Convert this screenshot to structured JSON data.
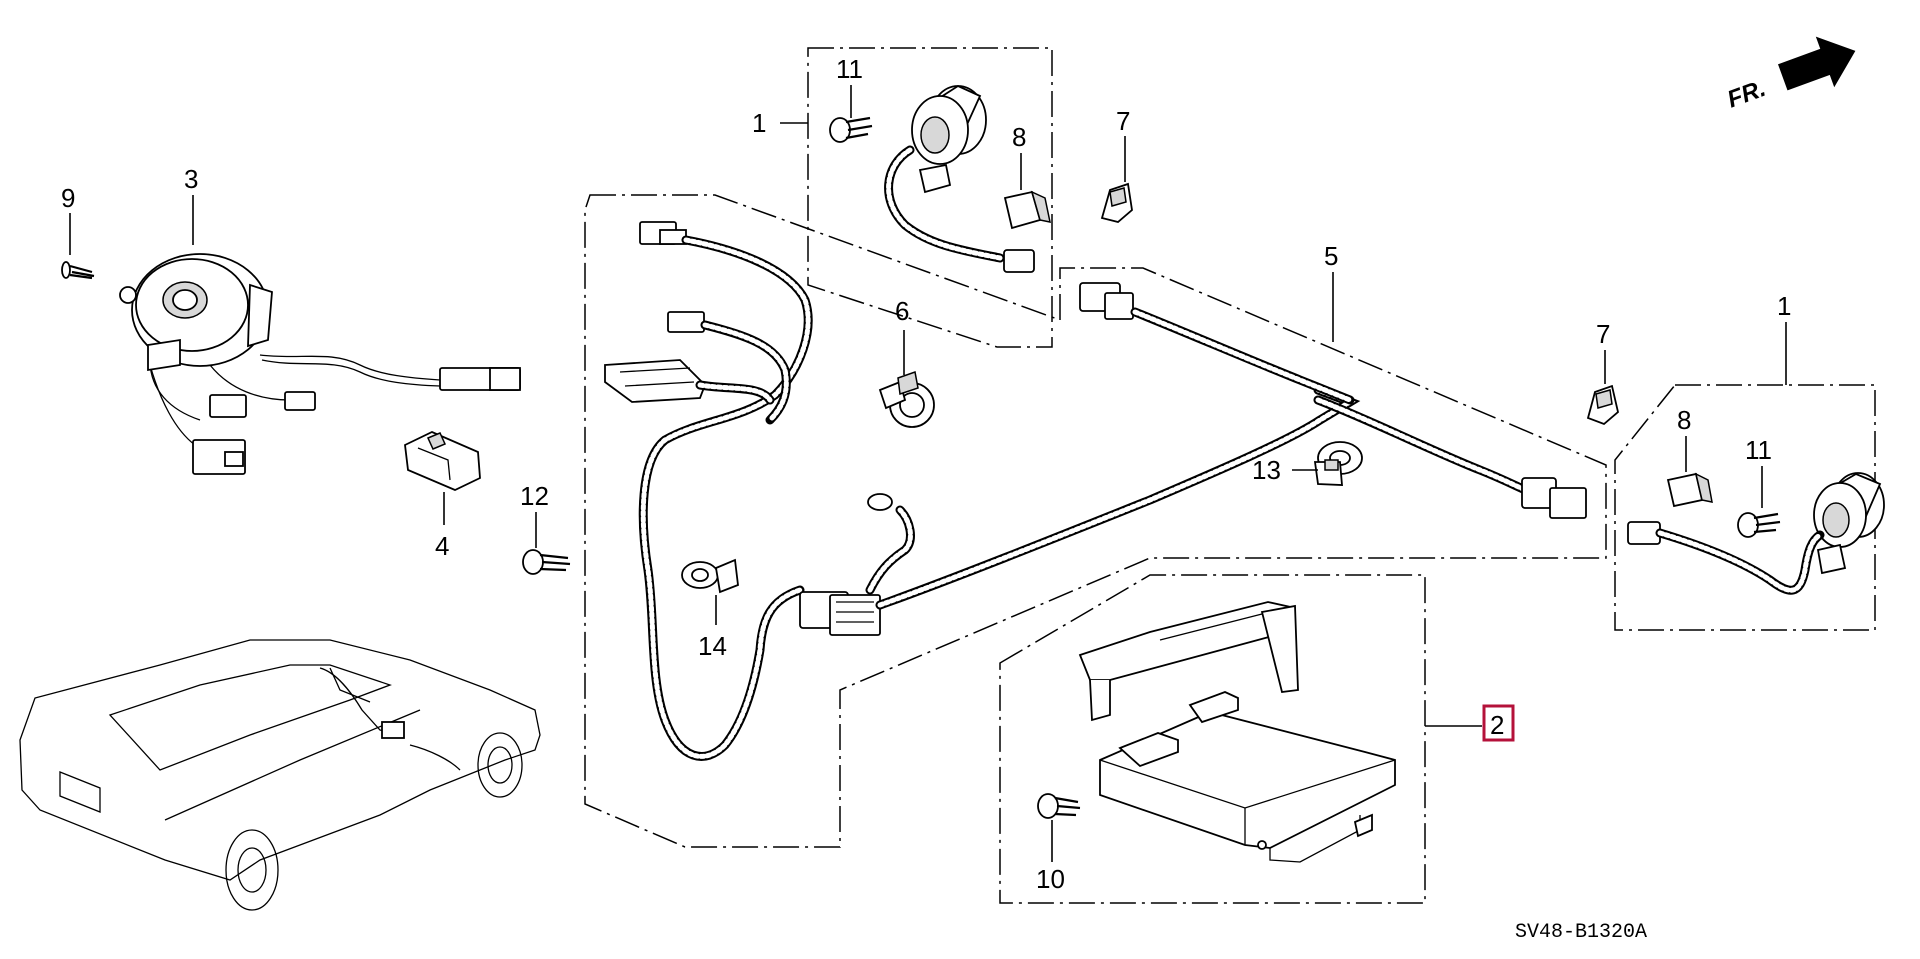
{
  "orientation": {
    "label": "FR."
  },
  "diagram_code": "SV48-B1320A",
  "callouts": {
    "c1a": "1",
    "c1b": "1",
    "c2": "2",
    "c3": "3",
    "c4": "4",
    "c5": "5",
    "c6": "6",
    "c7a": "7",
    "c7b": "7",
    "c8a": "8",
    "c8b": "8",
    "c9": "9",
    "c10": "10",
    "c11a": "11",
    "c11b": "11",
    "c12": "12",
    "c13": "13",
    "c14": "14"
  },
  "highlighted_callout": "2",
  "colors": {
    "highlight": "#b4113a",
    "line": "#000000",
    "background": "#ffffff"
  }
}
